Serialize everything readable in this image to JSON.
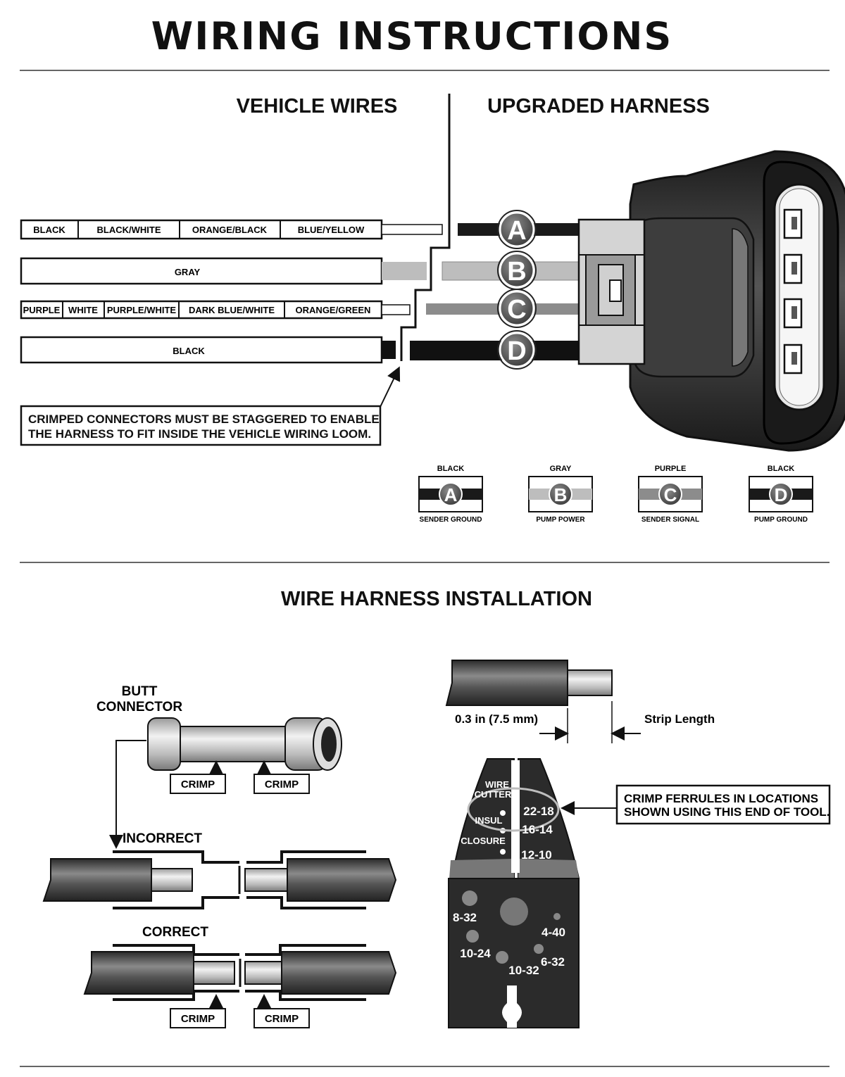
{
  "page": {
    "title": "WIRING INSTRUCTIONS"
  },
  "wiring": {
    "vehicle_header": "VEHICLE WIRES",
    "harness_header": "UPGRADED HARNESS",
    "row1": [
      "BLACK",
      "BLACK/WHITE",
      "ORANGE/BLACK",
      "BLUE/YELLOW"
    ],
    "row2": [
      "GRAY"
    ],
    "row3": [
      "PURPLE",
      "WHITE",
      "PURPLE/WHITE",
      "DARK BLUE/WHITE",
      "ORANGE/GREEN"
    ],
    "row4": [
      "BLACK"
    ],
    "pins": [
      "A",
      "B",
      "C",
      "D"
    ],
    "note_line1": "CRIMPED CONNECTORS MUST BE STAGGERED TO ENABLE",
    "note_line2": "THE HARNESS TO FIT INSIDE THE VEHICLE WIRING LOOM.",
    "legend": [
      {
        "color": "BLACK",
        "pin": "A",
        "function": "SENDER GROUND",
        "wire": "#1a1a1a"
      },
      {
        "color": "GRAY",
        "pin": "B",
        "function": "PUMP POWER",
        "wire": "#bdbdbd"
      },
      {
        "color": "PURPLE",
        "pin": "C",
        "function": "SENDER SIGNAL",
        "wire": "#8c8c8c"
      },
      {
        "color": "BLACK",
        "pin": "D",
        "function": "PUMP GROUND",
        "wire": "#1a1a1a"
      }
    ]
  },
  "installation": {
    "title": "WIRE HARNESS INSTALLATION",
    "butt_line1": "BUTT",
    "butt_line2": "CONNECTOR",
    "crimp": "CRIMP",
    "incorrect": "INCORRECT",
    "correct": "CORRECT",
    "strip_measure": "0.3 in (7.5 mm)",
    "strip_length": "Strip Length",
    "tool_note_line1": "CRIMP FERRULES IN LOCATIONS",
    "tool_note_line2": "SHOWN USING THIS END OF TOOL.",
    "tool_labels": {
      "wire": "WIRE",
      "cutter": "CUTTER",
      "insul": "INSUL",
      "closure": "CLOSURE",
      "g1": "22-18",
      "g2": "16-14",
      "g3": "12-10",
      "s1": "8-32",
      "s2": "10-24",
      "s3": "10-32",
      "s4": "6-32",
      "s5": "4-40"
    }
  },
  "colors": {
    "ink": "#111111",
    "gray_wire": "#bdbdbd",
    "purple_wire": "#8c8c8c",
    "connector_dark": "#2b2b2b"
  }
}
